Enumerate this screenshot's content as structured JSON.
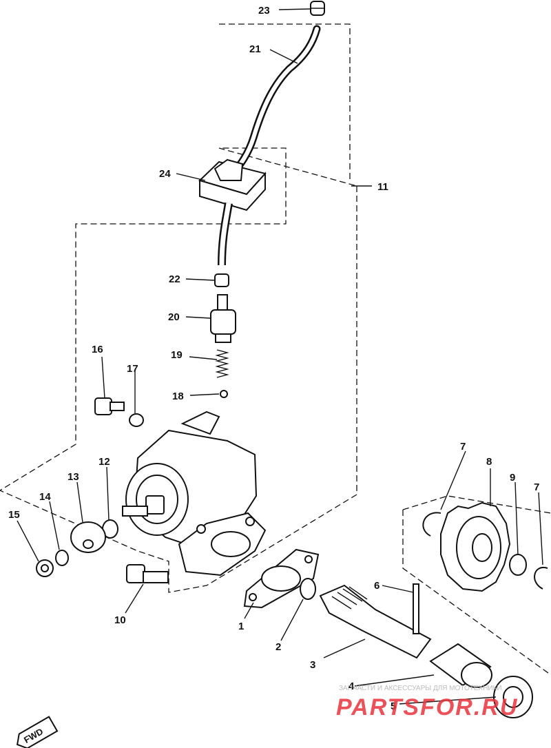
{
  "labels": {
    "l1": "1",
    "l2": "2",
    "l3": "3",
    "l4": "4",
    "l5": "5",
    "l6": "6",
    "l7a": "7",
    "l7b": "7",
    "l8": "8",
    "l9": "9",
    "l10": "10",
    "l11": "11",
    "l12": "12",
    "l13": "13",
    "l14": "14",
    "l15": "15",
    "l16": "16",
    "l17": "17",
    "l18": "18",
    "l19": "19",
    "l20": "20",
    "l21": "21",
    "l22": "22",
    "l23": "23",
    "l24": "24"
  },
  "fwd_badge": "FWD",
  "watermark": {
    "tagline": "ЗАПЧАСТИ И АКСЕССУАРЫ ДЛЯ МОТОТЕХНИКИ",
    "brand": "PARTSFOR.RU",
    "brand_color": "#e8323c"
  }
}
